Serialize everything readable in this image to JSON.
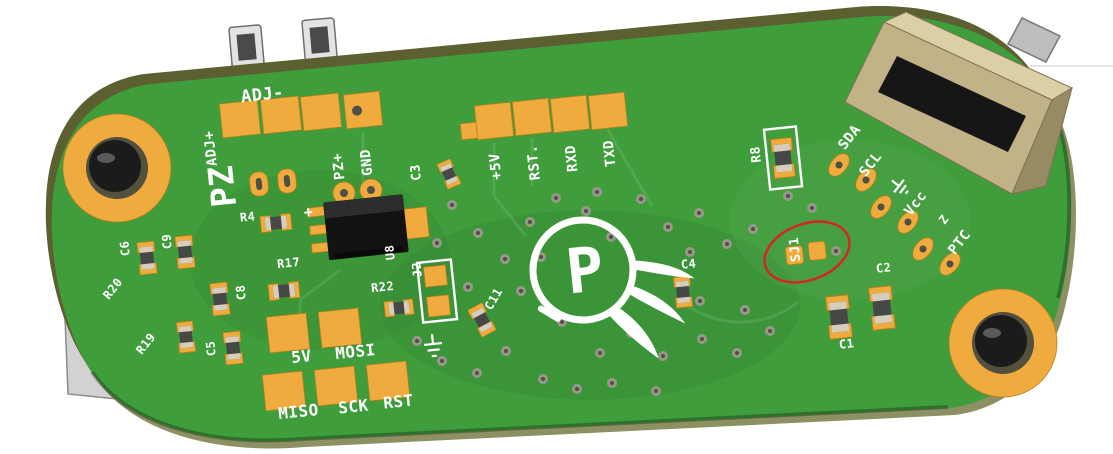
{
  "colors": {
    "background": "#ffffff",
    "board_green": "#3f9d3b",
    "board_edge_dark": "#5c6030",
    "board_edge_light": "#8d9063",
    "pad_gold": "#efab3e",
    "pad_gold_stroke": "#b97f1e",
    "silk_white": "#ffffff",
    "via_gray": "#98988a",
    "via_hole": "#4f4f45",
    "component_body": "#474745",
    "component_cap": "#d6cdba",
    "screw_black": "#1b1b1b",
    "connector_tan": "#c2b288",
    "connector_tan_light": "#dccfa6",
    "connector_tan_dark": "#978b64",
    "connector_gray": "#d2d2d2",
    "annotation_red": "#cf2a21"
  },
  "logo": {
    "letter": "P"
  },
  "annotation": {
    "circled_label": "SJ1"
  },
  "silkscreen": {
    "adj_minus": "ADJ-",
    "adj_plus": "ADJ+",
    "pz": "PZ",
    "pz_plus": "PZ+",
    "gnd": "GND",
    "c3": "C3",
    "plus5v": "+5V",
    "rst": "RST.",
    "rxd": "RXD",
    "txd": "TXD",
    "r8": "R8",
    "sda": "SDA",
    "scl": "SCL",
    "vcc": "Vcc",
    "z": "Z",
    "ptc": "PTC",
    "sj1": "SJ1",
    "c4": "C4",
    "c2": "C2",
    "c1": "C1",
    "c11": "C11",
    "j2": "J2",
    "u8": "U8",
    "r22": "R22",
    "r17": "R17",
    "r4": "R4",
    "plus_mark": "+",
    "c9": "C9",
    "c6": "C6",
    "c8": "C8",
    "r20": "R20",
    "r19": "R19",
    "c5": "C5",
    "isp_5v": "5V",
    "mosi": "MOSI",
    "miso": "MISO",
    "sck": "SCK",
    "rst_isp": "RST"
  }
}
